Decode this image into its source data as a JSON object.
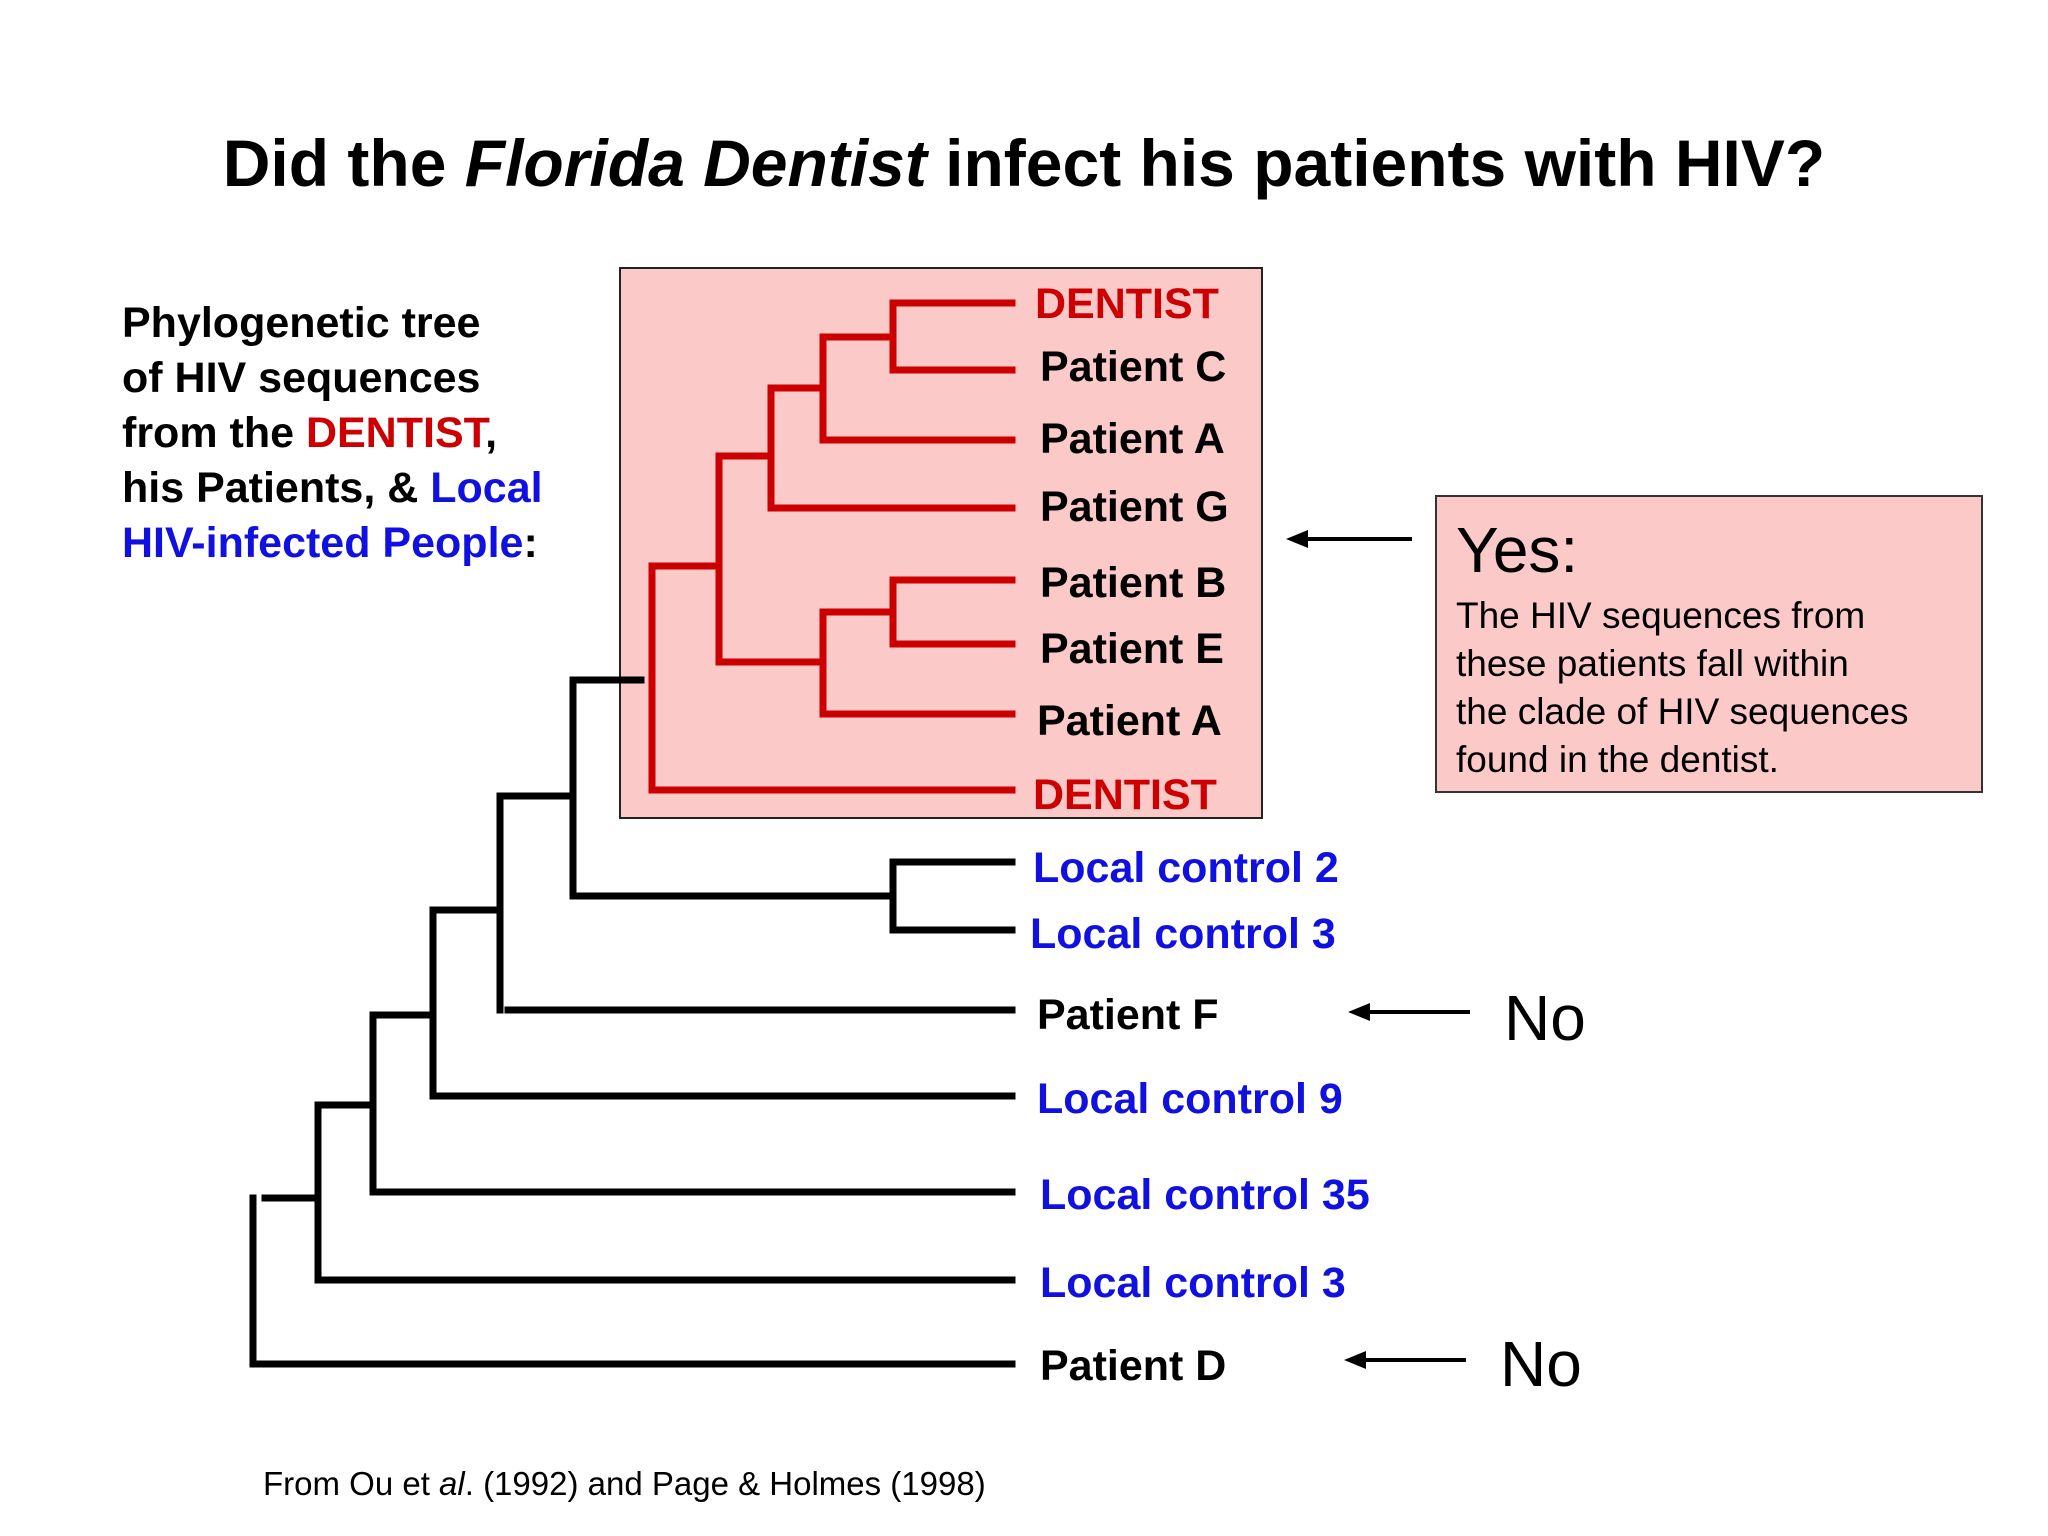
{
  "title": {
    "pre": "Did the ",
    "italic": "Florida Dentist",
    "post": " infect his patients with HIV?"
  },
  "caption": {
    "l1": "Phylogenetic  tree",
    "l2": "of HIV sequences",
    "l3_pre": "from the ",
    "l3_red": "DENTIST",
    "l3_post": ",",
    "l4_pre": "his Patients, & ",
    "l4_blue": "Local",
    "l5_blue": "HIV-infected People",
    "l5_post": ":"
  },
  "colors": {
    "clade_fill": "#fcc9c9",
    "clade_branch": "#cc0000",
    "dentist_label": "#cc0000",
    "patient_label": "#000000",
    "control_label": "#1010e0",
    "outer_branch": "#000000"
  },
  "leaves": [
    {
      "label": "DENTIST",
      "group": "dentist"
    },
    {
      "label": "Patient C",
      "group": "patient"
    },
    {
      "label": "Patient A",
      "group": "patient"
    },
    {
      "label": "Patient G",
      "group": "patient"
    },
    {
      "label": "Patient B",
      "group": "patient"
    },
    {
      "label": "Patient E",
      "group": "patient"
    },
    {
      "label": "Patient A",
      "group": "patient"
    },
    {
      "label": "DENTIST",
      "group": "dentist"
    },
    {
      "label": "Local control 2",
      "group": "control"
    },
    {
      "label": "Local control 3",
      "group": "control"
    },
    {
      "label": "Patient F",
      "group": "patient"
    },
    {
      "label": "Local control 9",
      "group": "control"
    },
    {
      "label": "Local control 35",
      "group": "control"
    },
    {
      "label": "Local control 3",
      "group": "control"
    },
    {
      "label": "Patient D",
      "group": "patient"
    }
  ],
  "yes_box": {
    "heading": "Yes:",
    "lines": [
      "The HIV sequences from",
      "these patients fall within",
      "the clade of HIV sequences",
      "found in the dentist."
    ]
  },
  "no_labels": [
    "No",
    "No"
  ],
  "citation": {
    "pre": "From Ou et ",
    "italic": "al",
    "post": ". (1992) and Page & Holmes (1998)"
  }
}
